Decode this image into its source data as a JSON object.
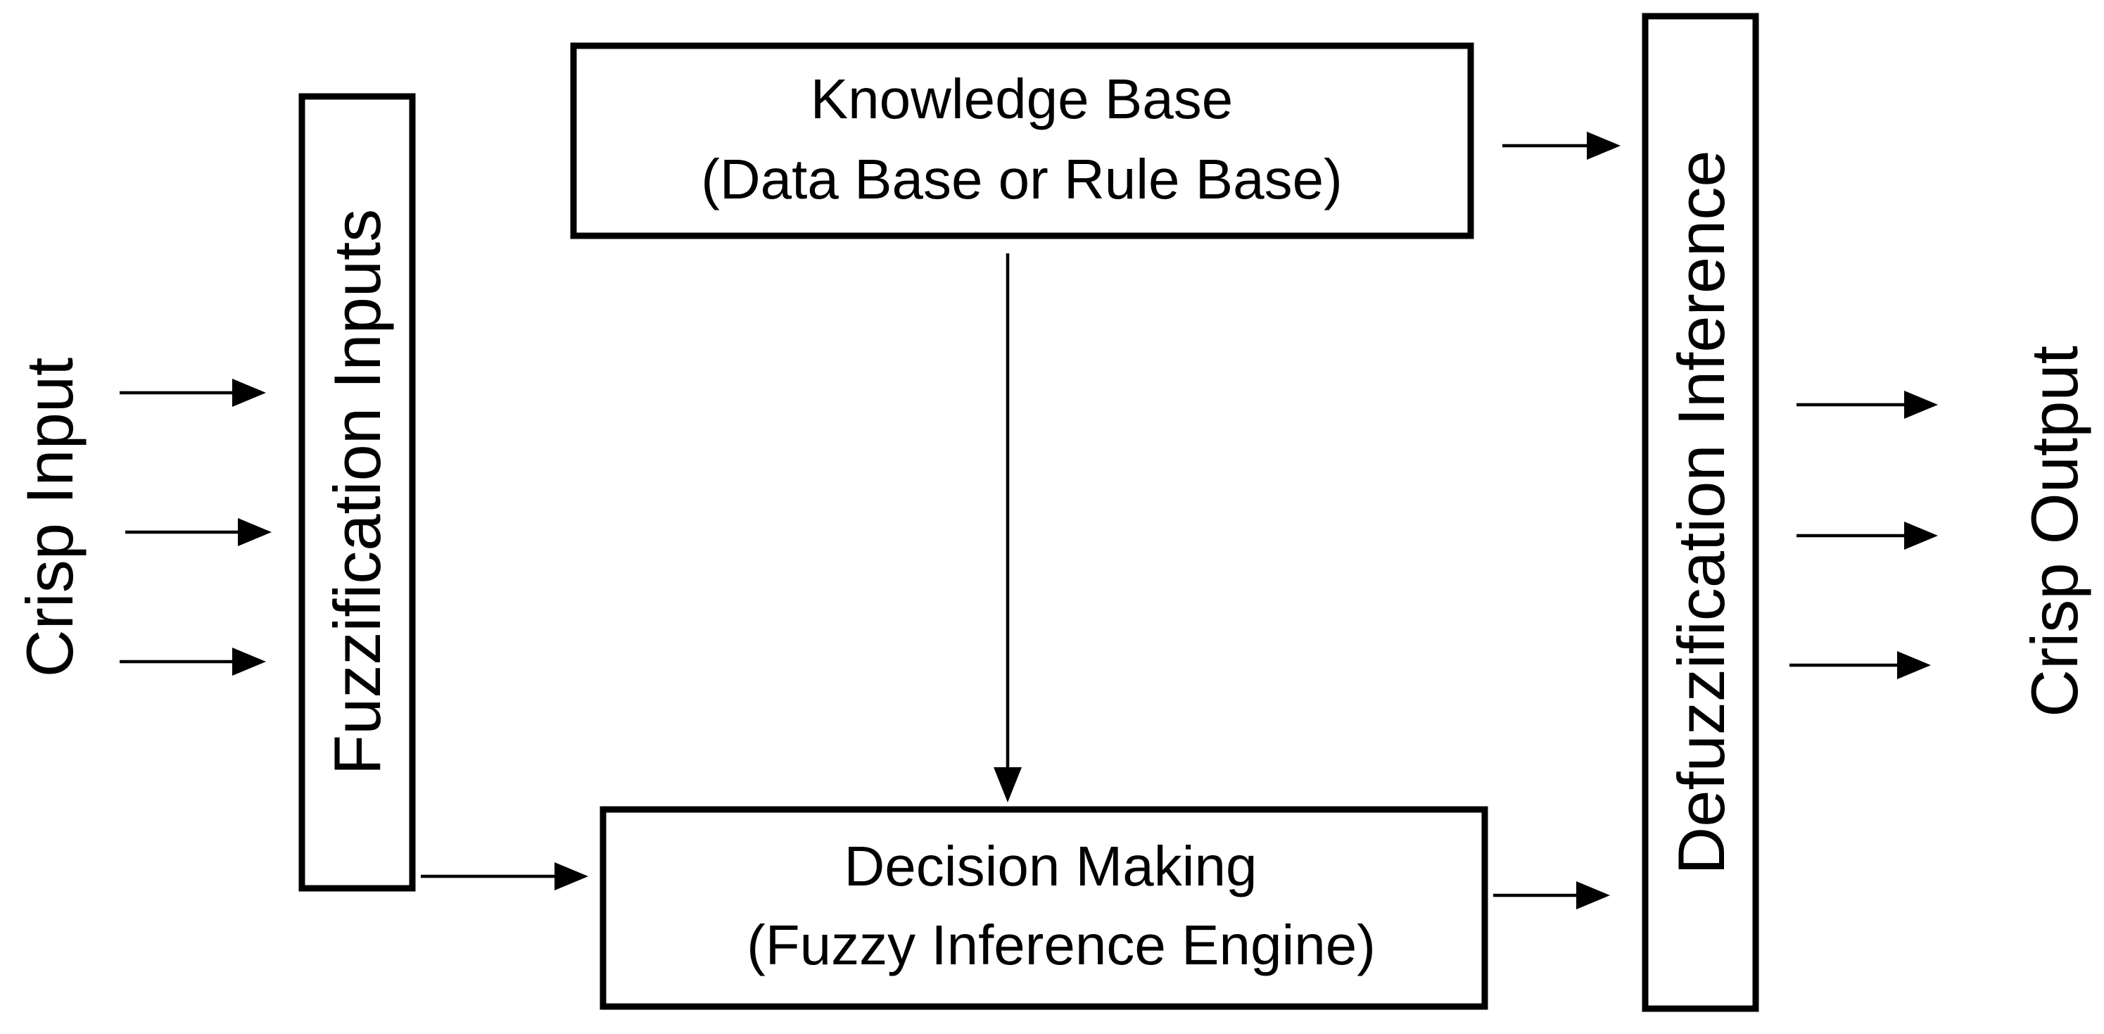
{
  "diagram": {
    "crisp_input": "Crisp Input",
    "fuzzification": "Fuzzification Inputs",
    "knowledge_base": {
      "line1": "Knowledge Base",
      "line2": "(Data Base or Rule Base)"
    },
    "decision_making": {
      "line1": "Decision Making",
      "line2": "(Fuzzy Inference Engine)"
    },
    "defuzzification": "Defuzzification Inference",
    "crisp_output": "Crisp Output"
  }
}
